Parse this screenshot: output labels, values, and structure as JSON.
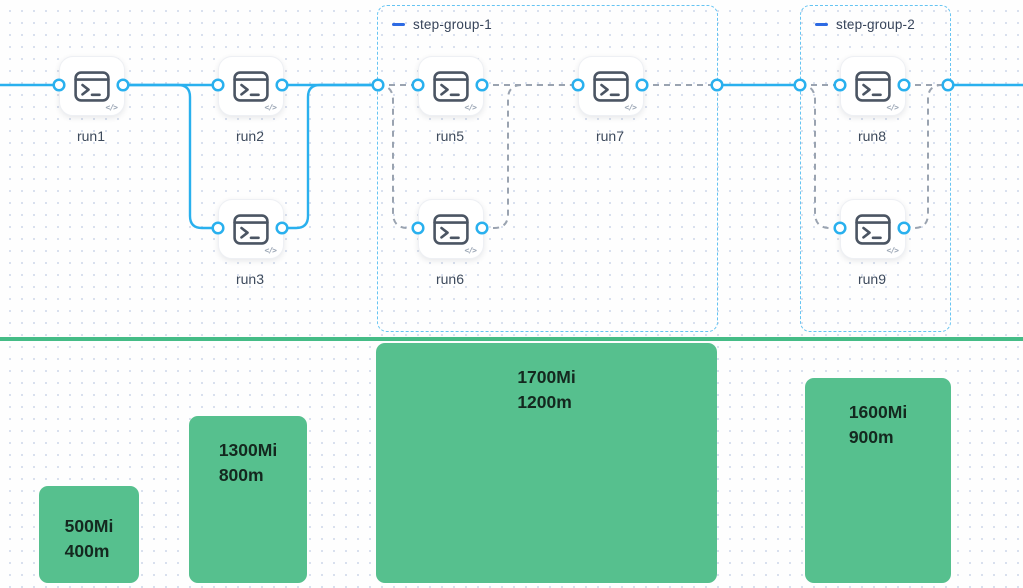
{
  "workflow": {
    "nodes": [
      {
        "label": "run1"
      },
      {
        "label": "run2"
      },
      {
        "label": "run3"
      },
      {
        "label": "run5"
      },
      {
        "label": "run6"
      },
      {
        "label": "run7"
      },
      {
        "label": "run8"
      },
      {
        "label": "run9"
      }
    ],
    "groups": [
      {
        "label": "step-group-1"
      },
      {
        "label": "step-group-2"
      }
    ],
    "node_badge": "</>"
  },
  "resources": {
    "bars": [
      {
        "memory": "500Mi",
        "cpu": "400m"
      },
      {
        "memory": "1300Mi",
        "cpu": "800m"
      },
      {
        "memory": "1700Mi",
        "cpu": "1200m"
      },
      {
        "memory": "1600Mi",
        "cpu": "900m"
      }
    ]
  },
  "colors": {
    "edge_blue": "#29b0ee",
    "edge_gray": "#9aa3b0",
    "group_border": "#66c4f2",
    "collapse_blue": "#2d6ae3",
    "bar_green": "#56c08e",
    "divider_green": "#45bc86"
  }
}
